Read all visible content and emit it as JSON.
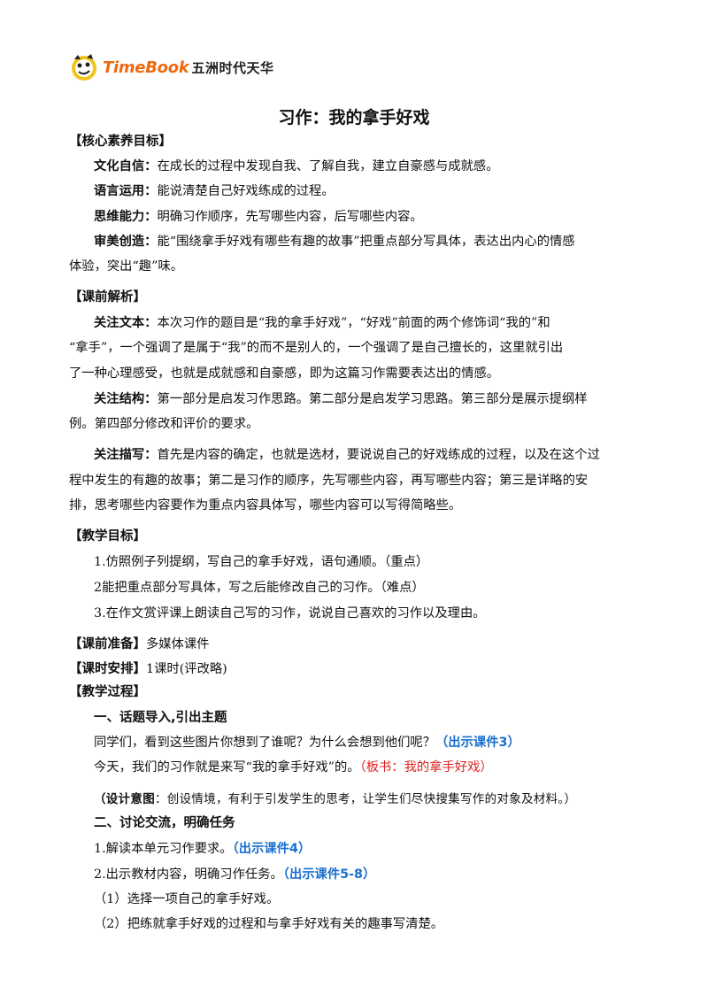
{
  "header": {
    "logo_en": "TimeBook",
    "logo_cn": "五洲时代天华"
  },
  "title": "习作：我的拿手好戏",
  "core": {
    "heading": "【核心素养目标】",
    "items": [
      {
        "label": "文化自信：",
        "text": "在成长的过程中发现自我、了解自我，建立自豪感与成就感。"
      },
      {
        "label": "语言运用：",
        "text": "能说清楚自己好戏练成的过程。"
      },
      {
        "label": "思维能力：",
        "text": "明确习作顺序，先写哪些内容，后写哪些内容。"
      },
      {
        "label": "审美创造：",
        "text": "能“围绕拿手好戏有哪些有趣的故事”把重点部分写具体，表达出内心的情感",
        "cont": "体验，突出“趣”味。"
      }
    ]
  },
  "analysis": {
    "heading": "【课前解析】",
    "p1": {
      "label": "关注文本：",
      "l1": "本次习作的题目是“我的拿手好戏”，“好戏”前面的两个修饰词“我的”和",
      "l2": "“拿手”，一个强调了是属于“我”的而不是别人的，一个强调了是自己擅长的，这里就引出",
      "l3": "了一种心理感受，也就是成就感和自豪感，即为这篇习作需要表达出的情感。"
    },
    "p2": {
      "label": "关注结构：",
      "l1": "第一部分是启发习作思路。第二部分是启发学习思路。第三部分是展示提纲样",
      "l2": "例。第四部分修改和评价的要求。"
    },
    "p3": {
      "label": "关注描写：",
      "l1": "首先是内容的确定，也就是选材，要说说自己的好戏练成的过程，以及在这个过",
      "l2": "程中发生的有趣的故事；第二是习作的顺序，先写哪些内容，再写哪些内容；第三是详略的安",
      "l3": "排，思考哪些内容要作为重点内容具体写，哪些内容可以写得简略些。"
    }
  },
  "goals": {
    "heading": "【教学目标】",
    "items": [
      "1.仿照例子列提纲，写自己的拿手好戏，语句通顺。（重点）",
      "2能把重点部分写具体，写之后能修改自己的习作。（难点）",
      "3.在作文赏评课上朗读自己写的习作，说说自己喜欢的习作以及理由。"
    ]
  },
  "prep": {
    "label": "【课前准备】",
    "text": "多媒体课件"
  },
  "schedule": {
    "label": "【课时安排】",
    "text": "1课时(评改略)"
  },
  "process": {
    "heading": "【教学过程】",
    "s1": {
      "title": "一、话题导入,引出主题",
      "l1": "同学们，看到这些图片你想到了谁呢？为什么会想到他们呢？",
      "l1_blue": "（出示课件3）",
      "l2": "今天，我们的习作就是来写“我的拿手好戏”的。",
      "l2_red": "（板书：我的拿手好戏）",
      "note_label": "（设计意图",
      "note_text": "：创设情境，有利于引发学生的思考，让学生们尽快搜集写作的对象及材料。）"
    },
    "s2": {
      "title": "二、讨论交流，明确任务",
      "l1": "1.解读本单元习作要求。",
      "l1_blue": "（出示课件4）",
      "l2": "2.出示教材内容，明确习作任务。",
      "l2_blue": "（出示课件5-8）",
      "l3": "（1）选择一项自己的拿手好戏。",
      "l4": "（2）把练就拿手好戏的过程和与拿手好戏有关的趣事写清楚。"
    }
  }
}
